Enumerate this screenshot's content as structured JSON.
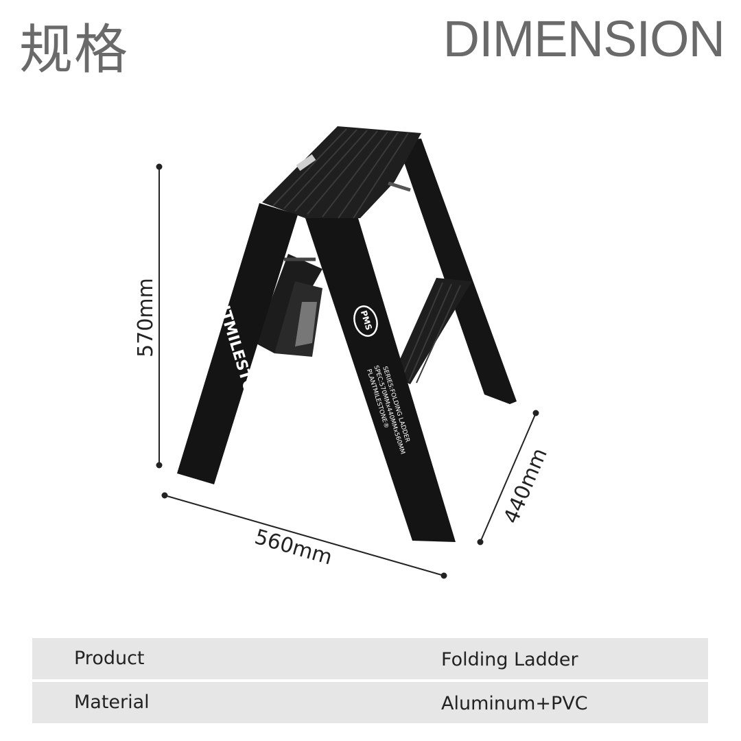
{
  "header": {
    "title_cn": "规格",
    "title_en": "DIMENSION"
  },
  "dimensions": {
    "height": "570mm",
    "width": "560mm",
    "depth": "440mm"
  },
  "ladder_print": {
    "brand_side": "PLANTMILESTONE®",
    "logo": "PMS",
    "series": "SERIES:FOLDING LADDER",
    "spec": "SPEC:570MMx440MMx560MM",
    "brand_small": "PLANTMILESTONE®"
  },
  "specs": [
    {
      "label": "Product",
      "value": "Folding Ladder"
    },
    {
      "label": "Material",
      "value": "Aluminum+PVC"
    }
  ],
  "colors": {
    "heading": "#6a6a6a",
    "ladder": "#1a1a1a",
    "row_bg": "#e6e6e6"
  }
}
